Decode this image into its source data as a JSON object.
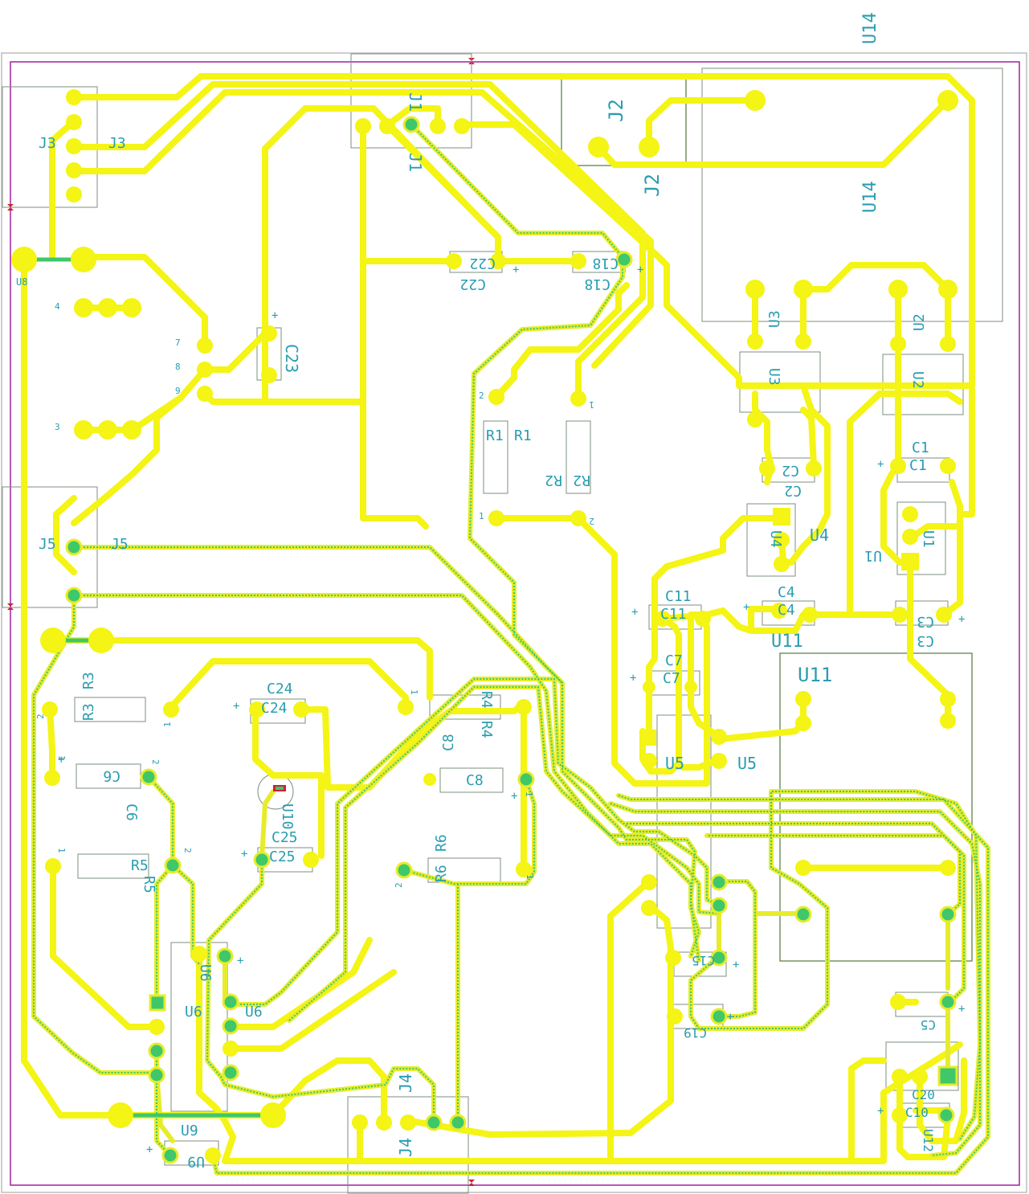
{
  "board": {
    "colors": {
      "trace": "#f4f415",
      "via_fill": "#3ec86a",
      "silkscreen_text": "#2a9db0",
      "component_outline": "#4f7a3a",
      "board_edge": "#a020a0"
    }
  },
  "labels": {
    "u14_top": "U14",
    "u14": "U14",
    "j2a": "J2",
    "j2b": "J2",
    "j3a": "J3",
    "j3b": "J3",
    "j1a": "J1",
    "j1b": "J1",
    "j5a": "J5",
    "j5b": "J5",
    "u8": "U8",
    "c22a": "C22",
    "c22b": "C22",
    "c18a": "C18",
    "c18b": "C18",
    "c23": "C23",
    "r1a": "R1",
    "r1b": "R1",
    "r2a": "R2",
    "r2b": "R2",
    "u3a": "U3",
    "u3b": "U3",
    "u2a": "U2",
    "u2b": "U2",
    "c1a": "C1",
    "c1b": "C1",
    "c2a": "C2",
    "c2b": "C2",
    "u4a": "U4",
    "u4b": "U4",
    "u1a": "U1",
    "u1b": "U1",
    "c4a": "C4",
    "c4b": "C4",
    "c3a": "C3",
    "c3b": "C3",
    "c11a": "C11",
    "c11b": "C11",
    "u11a": "U11",
    "u11b": "U11",
    "c7a": "C7",
    "c7b": "C7",
    "u5a": "U5",
    "u5b": "U5",
    "r3a": "R3",
    "r3b": "R3",
    "c24a": "C24",
    "c24b": "C24",
    "r4a": "R4",
    "r4b": "R4",
    "c8a": "C8",
    "c8b": "C8",
    "c6a": "C6",
    "c6b": "C6",
    "u10": "U10",
    "c25a": "C25",
    "c25b": "C25",
    "r5a": "R5",
    "r5b": "R5",
    "r6a": "R6",
    "r6b": "R6",
    "u6a": "U6",
    "u6b": "U6",
    "c15": "C15",
    "c19": "C19",
    "c5": "C5",
    "c20": "C20",
    "c10": "C10",
    "u12": "U12",
    "j4a": "J4",
    "j4b": "J4",
    "u9a": "U9",
    "u9b": "U9",
    "pin_4": "4",
    "pin_3": "3",
    "pin_7": "7",
    "pin_8": "8",
    "pin_9": "9",
    "pin_1a": "1",
    "pin_2a": "2",
    "pin_1b": "1",
    "pin_2b": "2",
    "pin_1c": "1",
    "pin_2c": "2",
    "pin_1d": "1",
    "pin_2d": "2",
    "pin_1e": "1",
    "pin_2e": "2",
    "pin_1f": "1",
    "pin_2f": "2",
    "pin_1g": "1",
    "pin_2g": "2",
    "plus": "+"
  }
}
